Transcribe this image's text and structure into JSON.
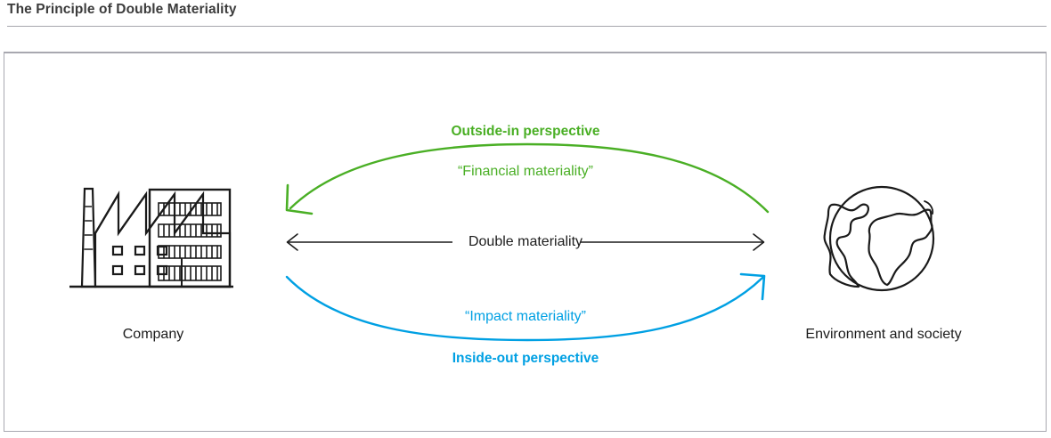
{
  "page": {
    "title": "The Principle of Double Materiality"
  },
  "diagram": {
    "type": "concept-diagram",
    "left_node": {
      "icon": "factory-icon",
      "label": "Company"
    },
    "right_node": {
      "icon": "globe-icon",
      "label": "Environment and society"
    },
    "center_axis": {
      "label": "Double materiality",
      "arrow": "double-headed",
      "color": "#1c1c1c"
    },
    "top_flow": {
      "heading": "Outside-in perspective",
      "sublabel": "“Financial materiality”",
      "direction": "environment-to-company",
      "color": "#4aaf25"
    },
    "bottom_flow": {
      "heading": "Inside-out perspective",
      "sublabel": "“Impact materiality”",
      "direction": "company-to-environment",
      "color": "#00a0e3"
    }
  },
  "colors": {
    "green": "#4aaf25",
    "blue": "#00a0e3",
    "text": "#1c1c1c",
    "title": "#3c3c3c",
    "border": "#a8a8b0"
  }
}
